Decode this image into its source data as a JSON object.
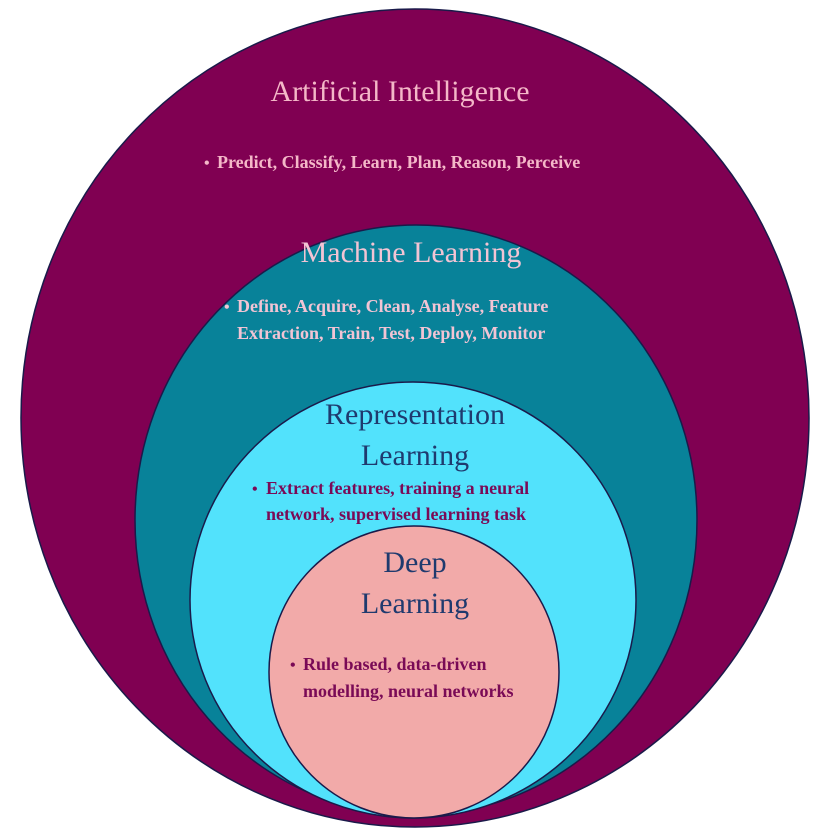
{
  "colors": {
    "ai_fill": "#800052",
    "ml_fill": "#088299",
    "rl_fill": "#52e2fc",
    "dl_fill": "#f2aaa9",
    "outline": "#1a1a4a",
    "ai_title": "#f4b8c8",
    "ai_text": "#f4b8c8",
    "ml_title": "#f2c4d4",
    "ml_text": "#f2c4d4",
    "rl_title": "#1f3a6e",
    "rl_text": "#7a0a56",
    "dl_title": "#1f3a6e",
    "dl_text": "#7a0a56"
  },
  "bullet_glyph": "•",
  "ai": {
    "title": "Artificial Intelligence",
    "bullet_lines": [
      "Predict, Classify, Learn, Plan, Reason, Perceive"
    ]
  },
  "ml": {
    "title": "Machine Learning",
    "bullet_lines": [
      "Define, Acquire, Clean, Analyse, Feature",
      "Extraction, Train, Test, Deploy, Monitor"
    ]
  },
  "rl": {
    "title_lines": [
      "Representation",
      "Learning"
    ],
    "bullet_lines": [
      "Extract features, training a neural",
      "network, supervised learning task"
    ]
  },
  "dl": {
    "title_lines": [
      "Deep",
      "Learning"
    ],
    "bullet_lines": [
      "Rule based, data-driven",
      "modelling, neural networks"
    ]
  }
}
